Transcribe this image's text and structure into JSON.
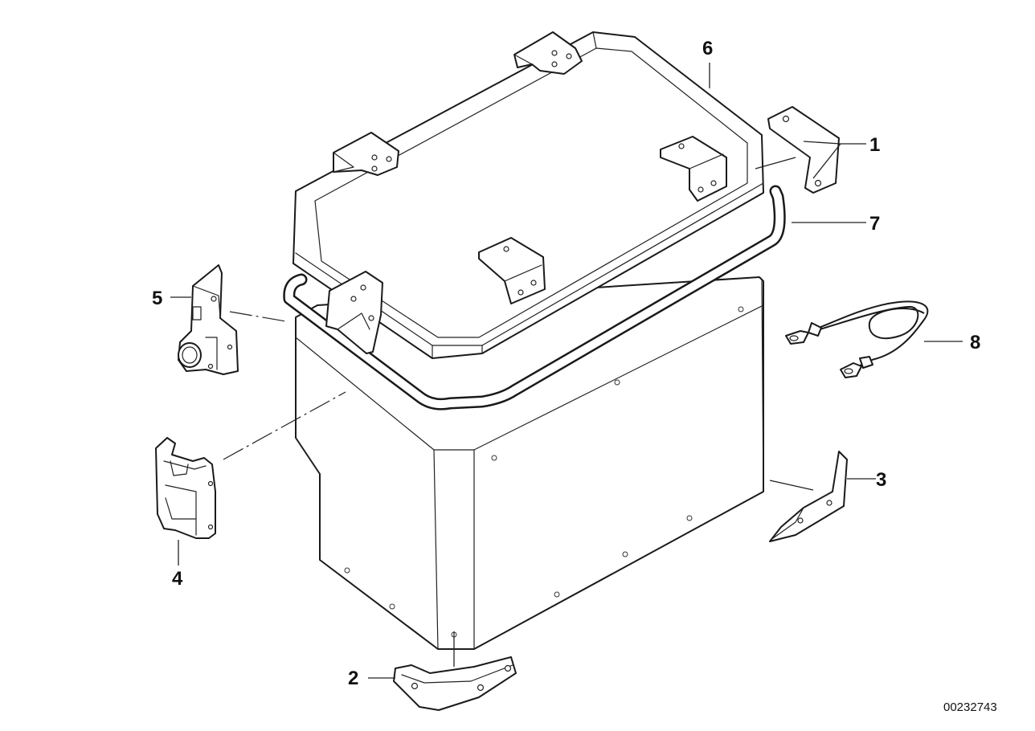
{
  "callouts": [
    "1",
    "2",
    "3",
    "4",
    "5",
    "6",
    "7",
    "8"
  ],
  "reference_number": "00232743",
  "parts": [
    "mount-bracket",
    "bottom-bracket",
    "side-bracket",
    "lower-lock-bracket",
    "upper-lock-bracket",
    "lid",
    "lid-seal-frame",
    "safety-cable"
  ]
}
